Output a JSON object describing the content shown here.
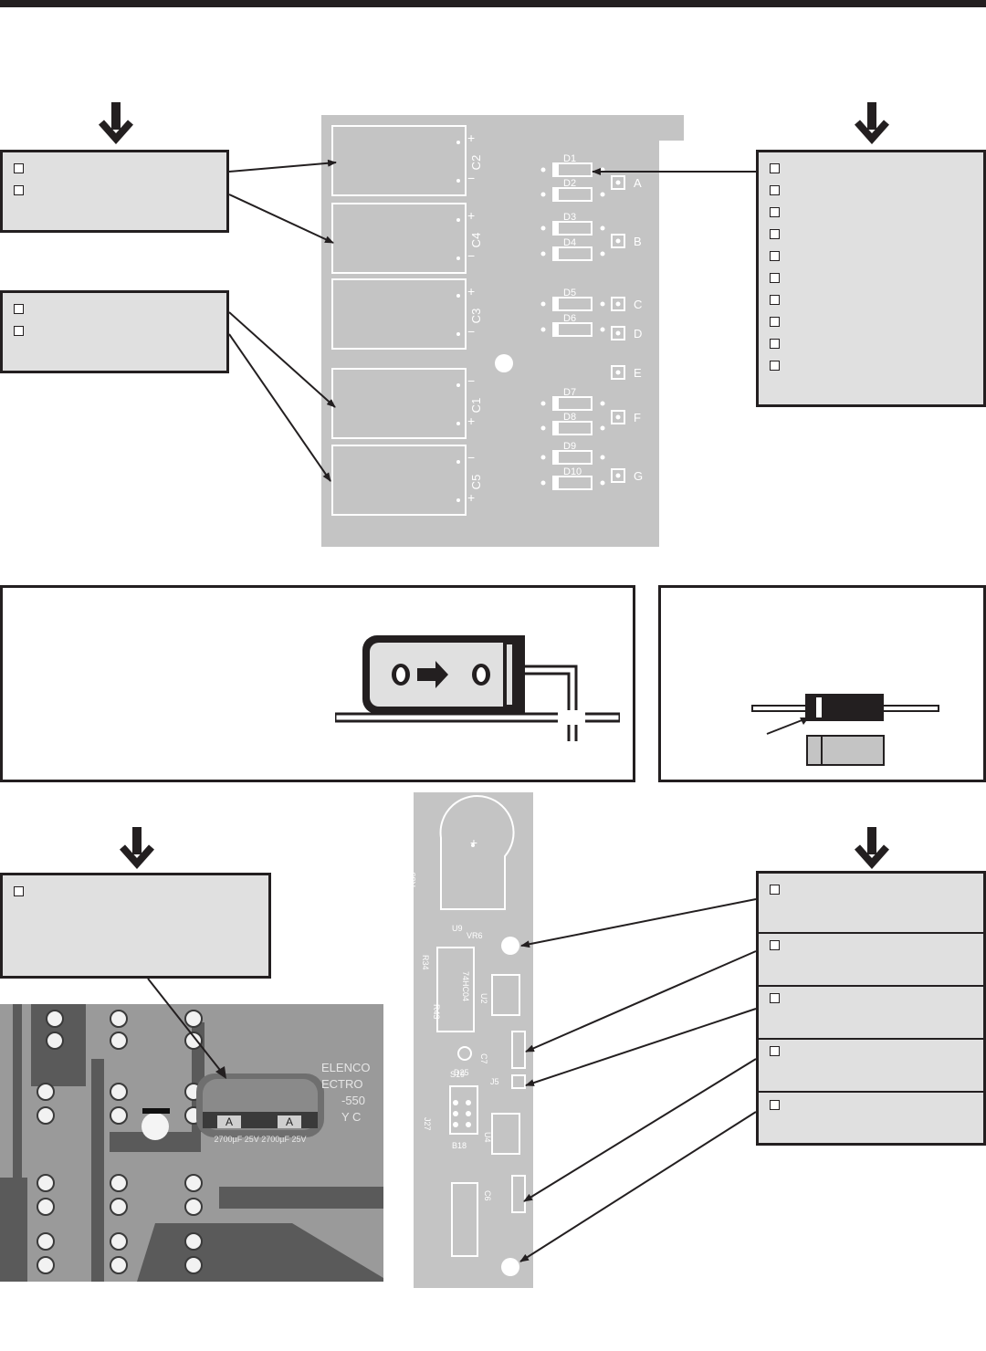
{
  "colors": {
    "ink": "#231f20",
    "box_fill": "#e0e0e0",
    "pcb_fill": "#c4c4c4",
    "photo_bg": "#9a9a9a"
  },
  "icons": {
    "arrow": "down-arrow-icon",
    "checkbox": "checkbox-icon"
  },
  "pcb_top": {
    "capacitors": [
      {
        "label": "C2",
        "top_mark": "+",
        "bottom_mark": "−"
      },
      {
        "label": "C4",
        "top_mark": "+",
        "bottom_mark": "−"
      },
      {
        "label": "C3",
        "top_mark": "+",
        "bottom_mark": "−"
      },
      {
        "label": "C1",
        "top_mark": "−",
        "bottom_mark": "+"
      },
      {
        "label": "C5",
        "top_mark": "−",
        "bottom_mark": "+"
      }
    ],
    "diodes": [
      "D1",
      "D2",
      "D3",
      "D4",
      "D5",
      "D6",
      "D7",
      "D8",
      "D9",
      "D10"
    ],
    "pads": [
      "A",
      "B",
      "C",
      "D",
      "E",
      "F",
      "G"
    ]
  },
  "pcb_bottom": {
    "labels": [
      "R35",
      "U9",
      "VR6",
      "R34",
      "74HC04",
      "U2",
      "R43",
      "D25",
      "C7",
      "S19",
      "J5",
      "B18",
      "J27",
      "U4",
      "C6"
    ]
  },
  "photo": {
    "silkscreen": [
      "ELENCO",
      "ECTRO",
      "-550",
      "Y C"
    ],
    "cap_text": [
      "A",
      "A"
    ],
    "cap_rating": "2700µF 25V 2700µF 25V"
  }
}
